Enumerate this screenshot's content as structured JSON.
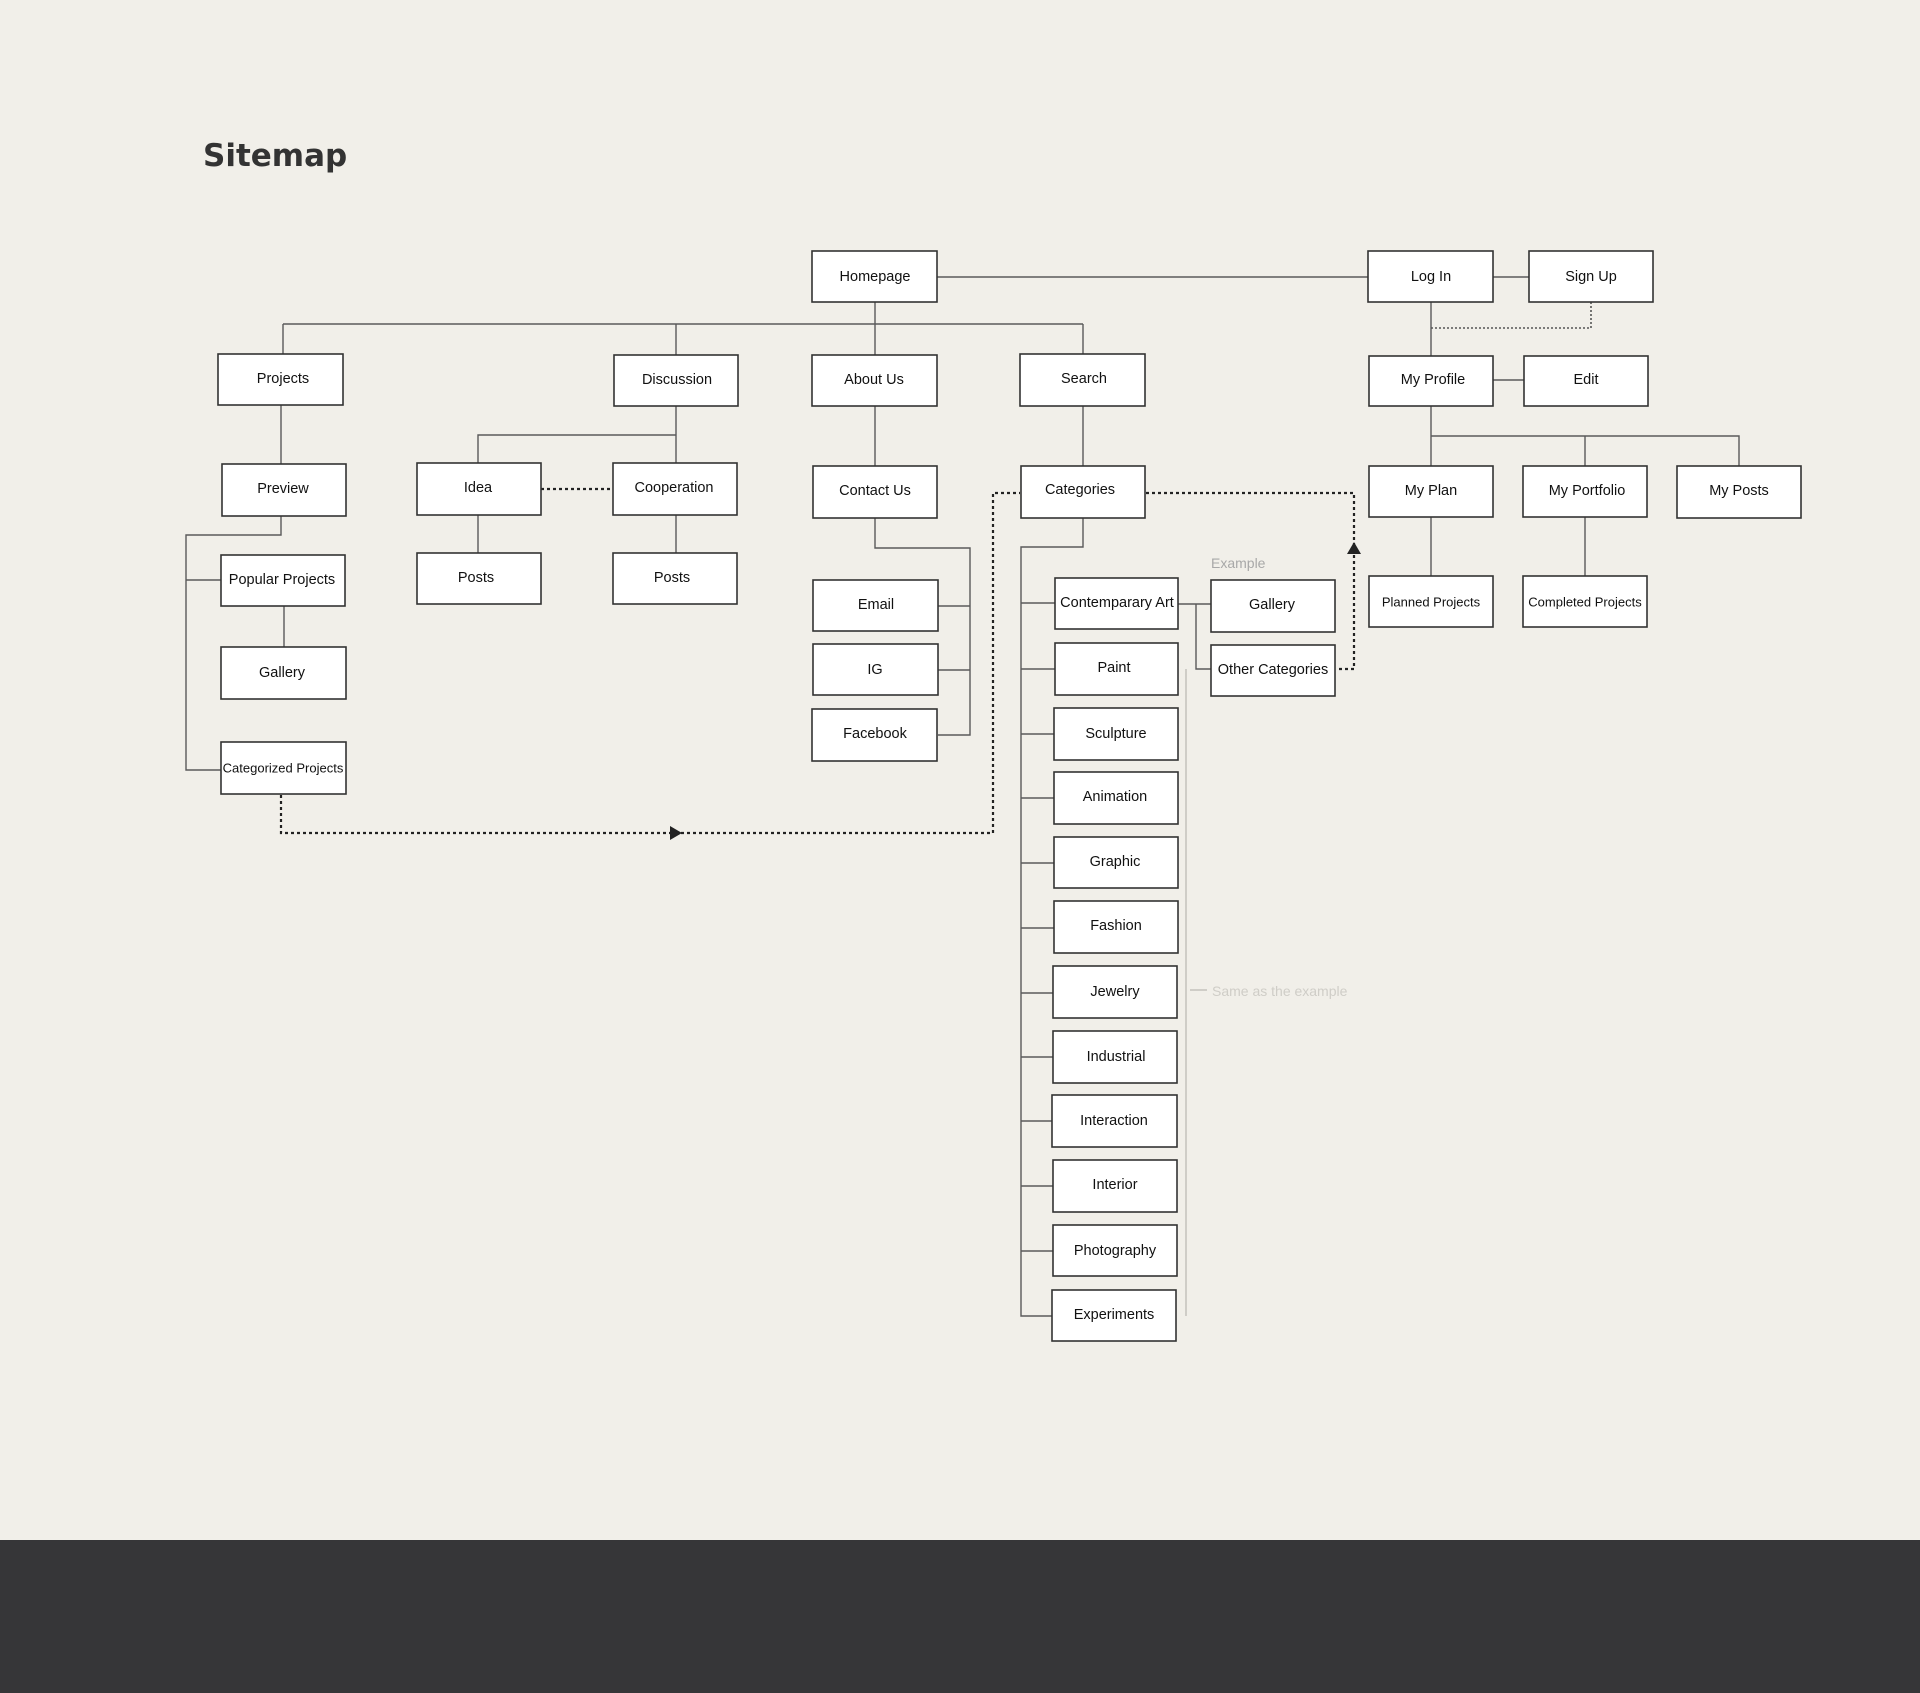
{
  "title": "Sitemap",
  "colors": {
    "background": "#f1efe9",
    "footer": "#363638",
    "box_fill": "#ffffff",
    "box_stroke": "#333333"
  },
  "nodes": {
    "homepage": "Homepage",
    "login": "Log In",
    "signup": "Sign Up",
    "projects": "Projects",
    "discussion": "Discussion",
    "about_us": "About Us",
    "search": "Search",
    "my_profile": "My Profile",
    "edit": "Edit",
    "preview": "Preview",
    "idea": "Idea",
    "cooperation": "Cooperation",
    "contact_us": "Contact Us",
    "categories": "Categories",
    "my_plan": "My Plan",
    "my_portfolio": "My Portfolio",
    "my_posts": "My Posts",
    "popular_projects": "Popular Projects",
    "idea_posts": "Posts",
    "cooperation_posts": "Posts",
    "email": "Email",
    "ig": "IG",
    "facebook": "Facebook",
    "projects_gallery": "Gallery",
    "categorized_projects": "Categorized Projects",
    "example_gallery": "Gallery",
    "other_categories": "Other Categories",
    "planned_projects": "Planned Projects",
    "completed_projects": "Completed Projects",
    "category_list": [
      "Contemparary Art",
      "Paint",
      "Sculpture",
      "Animation",
      "Graphic",
      "Fashion",
      "Jewelry",
      "Industrial",
      "Interaction",
      "Interior",
      "Photography",
      "Experiments"
    ]
  },
  "annotations": {
    "example": "Example",
    "same_as_example": "Same as the example"
  }
}
